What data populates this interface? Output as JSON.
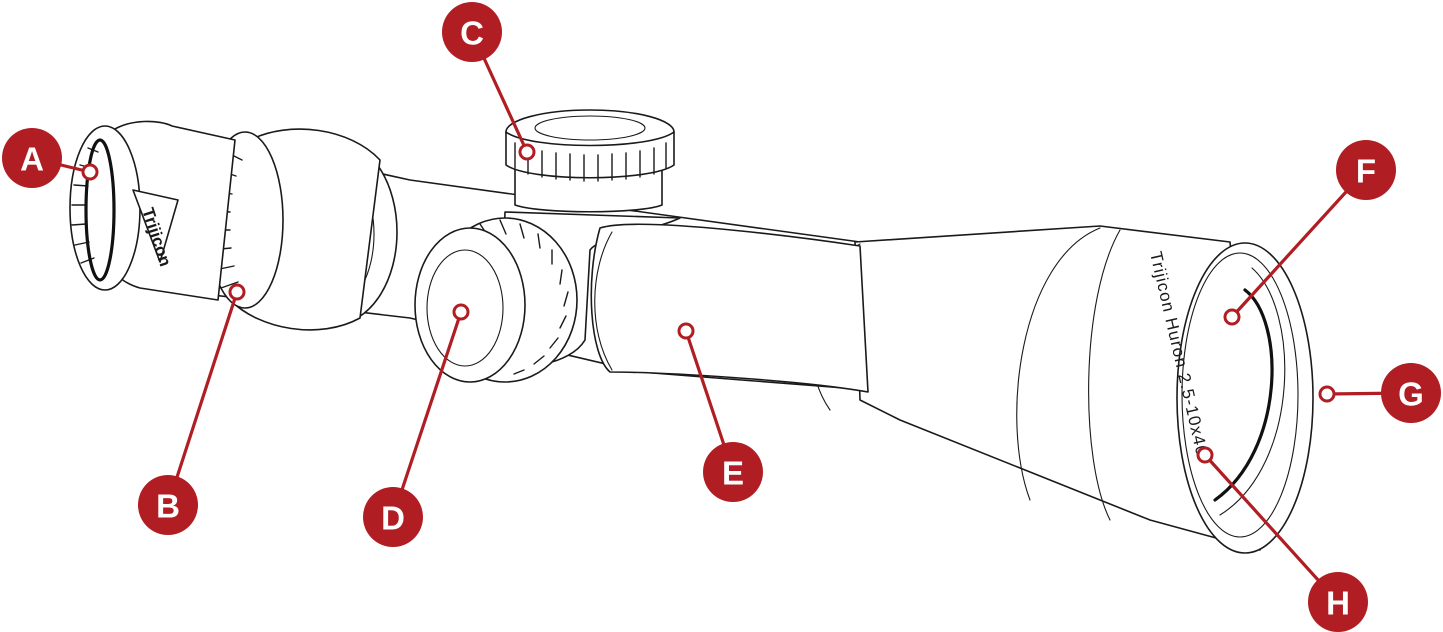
{
  "colors": {
    "accent": "#b01e23",
    "line": "#1a1a1a"
  },
  "scope": {
    "brand": "Trijicon",
    "model_text": "Trijicon Huron 2.5-10x40"
  },
  "callouts": [
    {
      "letter": "A"
    },
    {
      "letter": "B"
    },
    {
      "letter": "C"
    },
    {
      "letter": "D"
    },
    {
      "letter": "E"
    },
    {
      "letter": "F"
    },
    {
      "letter": "G"
    },
    {
      "letter": "H"
    }
  ]
}
